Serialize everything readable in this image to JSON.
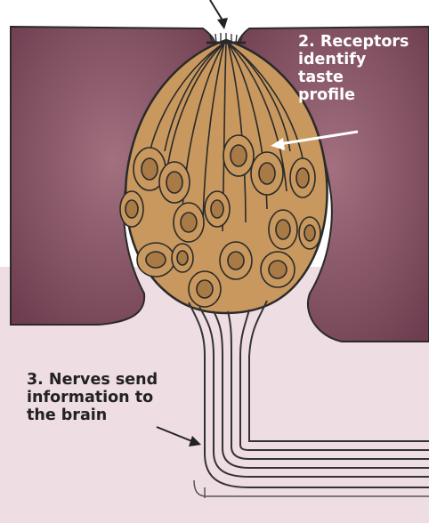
{
  "labels": {
    "receptors": [
      "2. Receptors",
      "identify",
      "taste",
      "profile"
    ],
    "nerves": [
      "3. Nerves send",
      "information to",
      "the brain"
    ]
  },
  "colors": {
    "tongue_tissue": "#7d4a5c",
    "lower_tissue": "#eedde2",
    "taste_bud": "#c8985e",
    "cell_nucleus": "#a77a46",
    "outline": "#2a2a2a",
    "arrow_white": "#ffffff",
    "arrow_dark": "#222222"
  }
}
